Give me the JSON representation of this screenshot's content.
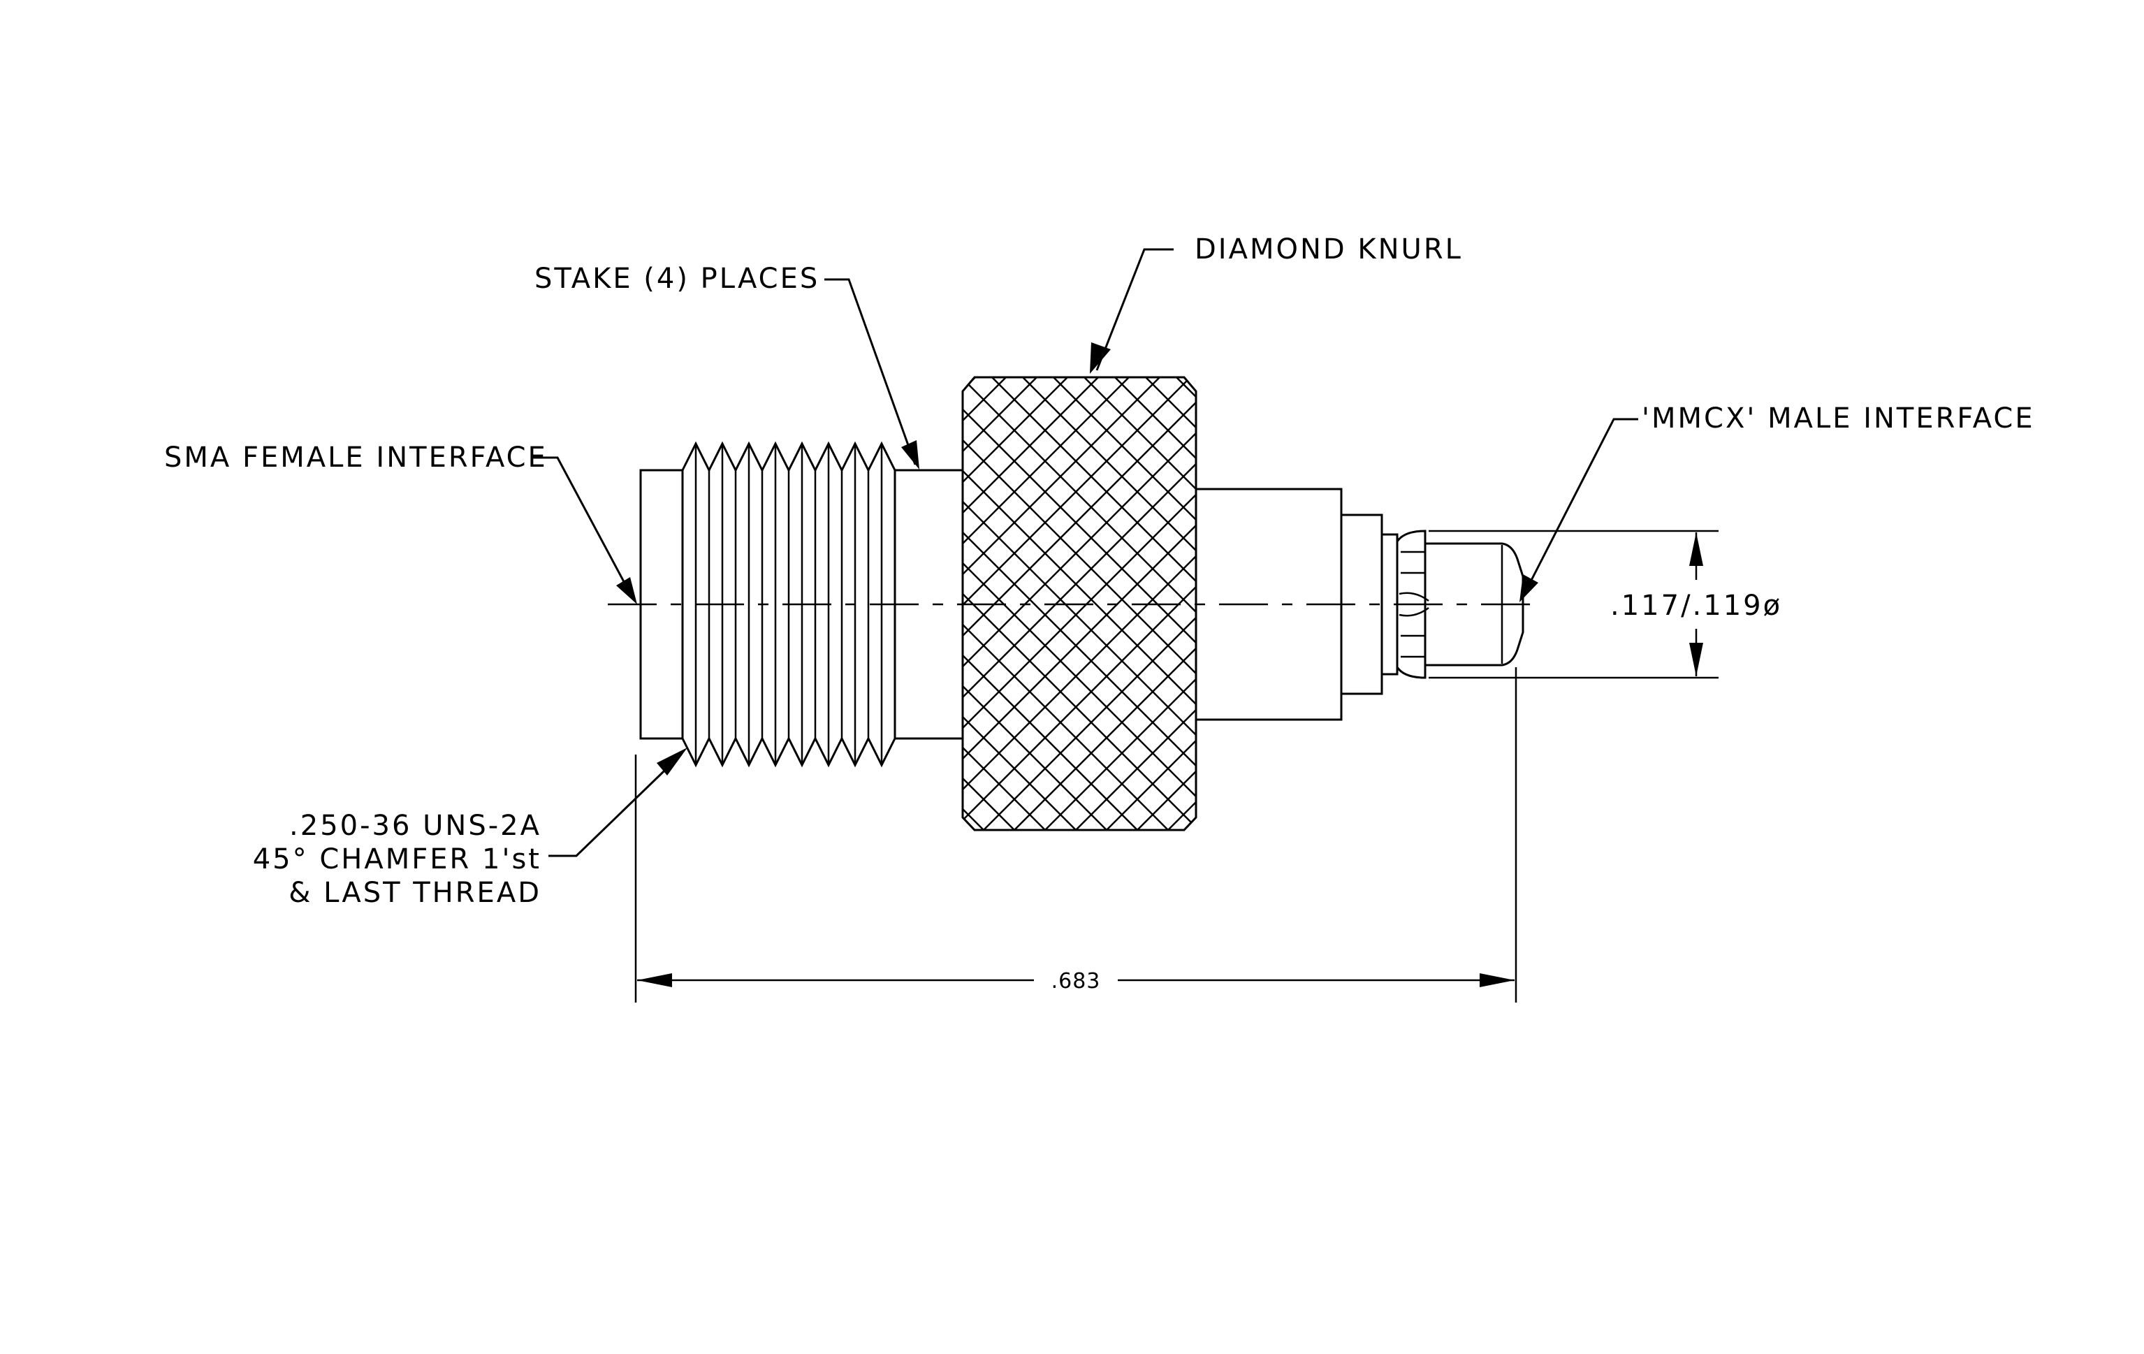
{
  "labels": {
    "diamond_knurl": "DIAMOND KNURL",
    "stake_places": "STAKE (4) PLACES",
    "sma_female": "SMA FEMALE INTERFACE",
    "mmcx_male": "'MMCX' MALE INTERFACE",
    "thread_line1": ".250-36 UNS-2A",
    "thread_line2": "45° CHAMFER 1'st",
    "thread_line3": "& LAST THREAD"
  },
  "dimensions": {
    "overall_length": ".683",
    "diameter": ".117/.119ø"
  },
  "colors": {
    "ink": "#000000",
    "paper": "#ffffff"
  }
}
